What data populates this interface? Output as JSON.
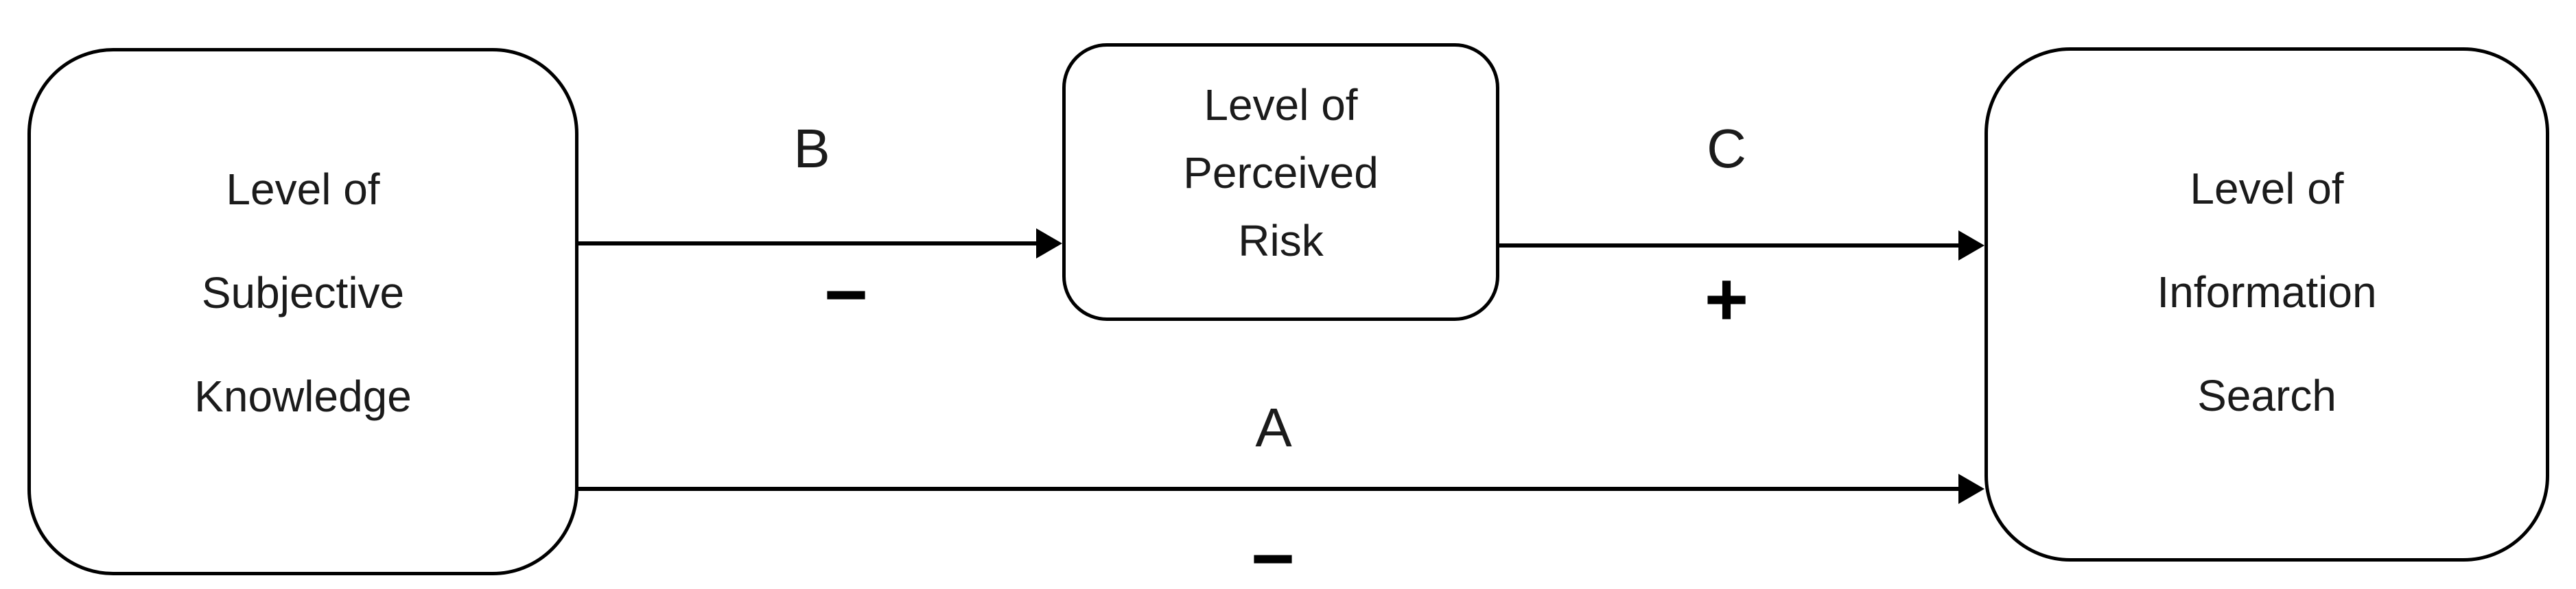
{
  "diagram": {
    "nodes": [
      {
        "id": "subjective-knowledge",
        "lines": [
          "Level of",
          "Subjective",
          "Knowledge"
        ]
      },
      {
        "id": "perceived-risk",
        "lines": [
          "Level of",
          "Perceived",
          "Risk"
        ]
      },
      {
        "id": "information-search",
        "lines": [
          "Level of",
          "Information",
          "Search"
        ]
      }
    ],
    "edges": [
      {
        "id": "B",
        "label": "B",
        "sign": "−",
        "from": "subjective-knowledge",
        "to": "perceived-risk"
      },
      {
        "id": "C",
        "label": "C",
        "sign": "+",
        "from": "perceived-risk",
        "to": "information-search"
      },
      {
        "id": "A",
        "label": "A",
        "sign": "−",
        "from": "subjective-knowledge",
        "to": "information-search"
      }
    ],
    "colors": {
      "stroke": "#000000",
      "background": "#ffffff",
      "text": "#1b1b1b"
    }
  }
}
